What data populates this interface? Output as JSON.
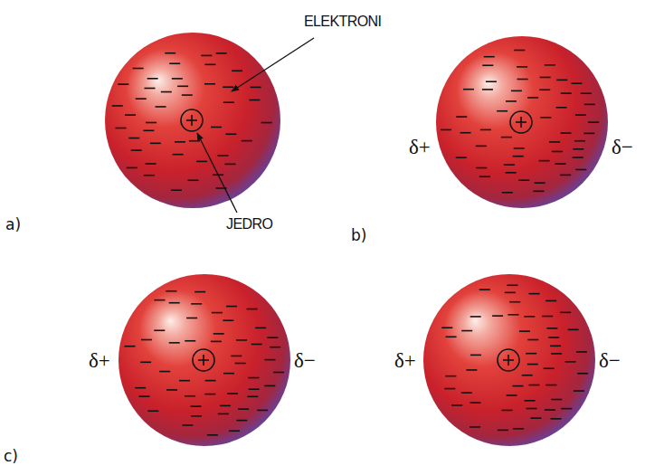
{
  "diagram": {
    "labels": [
      "ELEKTRONI",
      "δ+",
      "δ−",
      "a)",
      "JEDRO",
      "b)",
      "δ+",
      "δ−",
      "δ+",
      "δ−",
      "c)"
    ]
  }
}
